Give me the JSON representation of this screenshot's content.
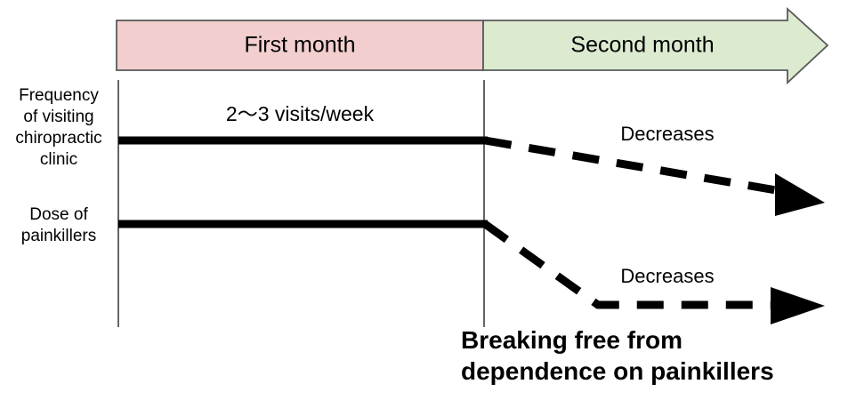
{
  "figure": {
    "title_text_present": false,
    "timeline": {
      "phases": [
        {
          "label": "First month",
          "color": "#F2CECE"
        },
        {
          "label": "Second month",
          "color": "#DCEBD0"
        }
      ],
      "arrow_outline_color": "#5A5A5A",
      "direction": "right"
    },
    "axis": {
      "color": "#3F3F3F",
      "series_labels": [
        "Frequency\nof visiting\nchiropractic\nclinic",
        "Dose of\npainkillers"
      ],
      "series_label_lines": {
        "frequency": [
          "Frequency",
          "of visiting",
          "chiropractic",
          "clinic"
        ],
        "dose": [
          "Dose of",
          "painkillers"
        ]
      }
    },
    "series": [
      {
        "name": "frequency-of-visiting-chiropractic-clinic",
        "first_month_label": "2〜3 visits/week",
        "second_month_label": "Decreases",
        "first_month_style": "solid",
        "second_month_style": "dashed-with-arrowhead",
        "trend": "flat then decreasing",
        "color": "#000000"
      },
      {
        "name": "dose-of-painkillers",
        "first_month_label": "",
        "second_month_label": "Decreases",
        "first_month_style": "solid",
        "second_month_style": "dashed-with-arrowhead",
        "trend": "flat then steeply decreasing then level",
        "color": "#000000"
      }
    ],
    "callout": {
      "lines": [
        "Breaking free from",
        "dependence on painkillers"
      ],
      "color": "#FF0000"
    }
  },
  "chart_data": {
    "type": "line",
    "title": "",
    "xlabel": "",
    "ylabel": "",
    "categories": [
      "First month",
      "Second month"
    ],
    "series": [
      {
        "name": "Frequency of visiting chiropractic clinic",
        "annotations": [
          "2〜3 visits/week",
          "Decreases"
        ],
        "points": [
          [
            0,
            1.0
          ],
          [
            0.5,
            1.0
          ],
          [
            1.0,
            0.72
          ]
        ],
        "style": "solid-then-dashed"
      },
      {
        "name": "Dose of painkillers",
        "annotations": [
          "Decreases"
        ],
        "points": [
          [
            0,
            0.55
          ],
          [
            0.5,
            0.55
          ],
          [
            0.72,
            0.1
          ],
          [
            1.0,
            0.1
          ]
        ],
        "style": "solid-then-dashed"
      }
    ],
    "legend": "none",
    "grid": false
  }
}
